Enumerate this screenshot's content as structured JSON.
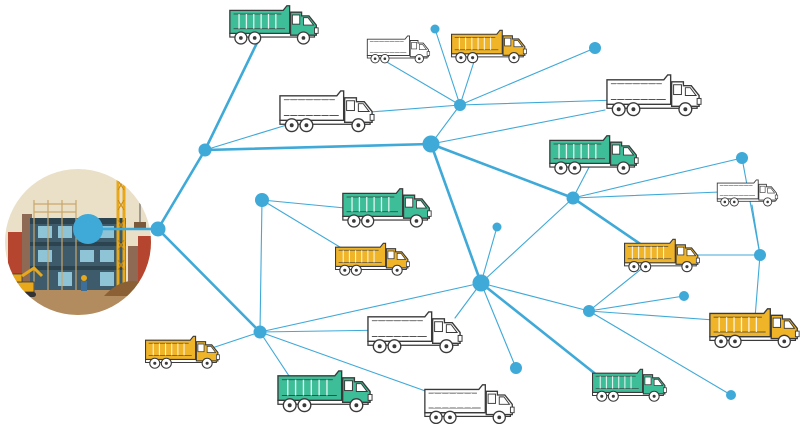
{
  "colors": {
    "network_line": "#3FA9D8",
    "node": "#3FA9D8",
    "truck_green": "#3DBE98",
    "truck_yellow": "#F0B429",
    "truck_white": "#FFFFFF",
    "truck_outline": "#3A3A3A",
    "site_background": "#EAE0C8",
    "site_building": "#3E5B6B",
    "crane": "#E8A81A"
  },
  "icons": {
    "site": "construction-site-icon",
    "truck": "dump-truck-icon",
    "node": "network-node-icon"
  },
  "trucks": [
    {
      "id": "t01",
      "color": "green"
    },
    {
      "id": "t02",
      "color": "white"
    },
    {
      "id": "t03",
      "color": "yellow"
    },
    {
      "id": "t04",
      "color": "white"
    },
    {
      "id": "t05",
      "color": "white"
    },
    {
      "id": "t06",
      "color": "green"
    },
    {
      "id": "t07",
      "color": "white"
    },
    {
      "id": "t08",
      "color": "green"
    },
    {
      "id": "t09",
      "color": "yellow"
    },
    {
      "id": "t10",
      "color": "yellow"
    },
    {
      "id": "t11",
      "color": "white"
    },
    {
      "id": "t12",
      "color": "yellow"
    },
    {
      "id": "t13",
      "color": "green"
    },
    {
      "id": "t14",
      "color": "white"
    },
    {
      "id": "t15",
      "color": "green"
    },
    {
      "id": "t16",
      "color": "yellow"
    }
  ]
}
